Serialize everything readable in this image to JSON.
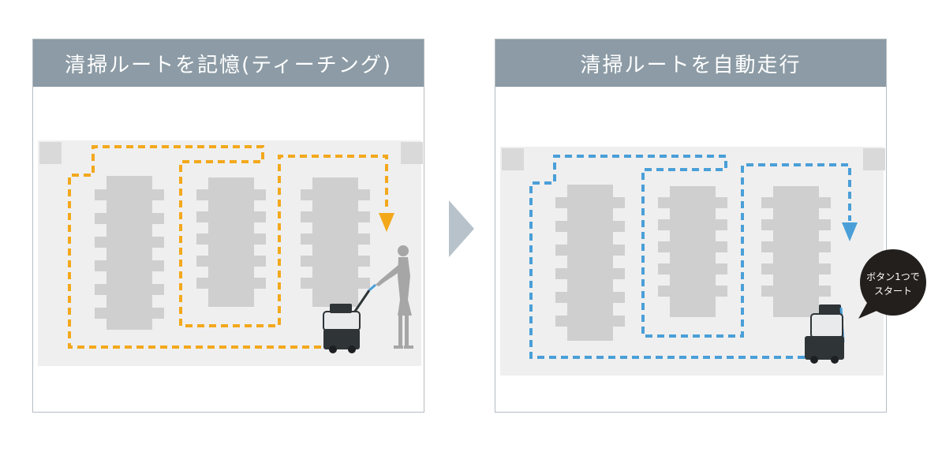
{
  "left_panel": {
    "title": "清掃ルートを記憶(ティーチング)",
    "header_color": "#8c9ba5",
    "path_color": "#f3a81c"
  },
  "right_panel": {
    "title": "清掃ルートを自動走行",
    "header_color": "#8c9ba5",
    "path_color": "#4a9fd8"
  },
  "speech_bubble": {
    "line1": "ボタン1つで",
    "line2": "スタート"
  },
  "colors": {
    "floor": "#efefef",
    "table": "#cfcfcf",
    "corner_block": "#d9d9d9",
    "arrow": "#b7c2ca",
    "robot_body": "#2f3437",
    "person": "#a6a6a6"
  }
}
